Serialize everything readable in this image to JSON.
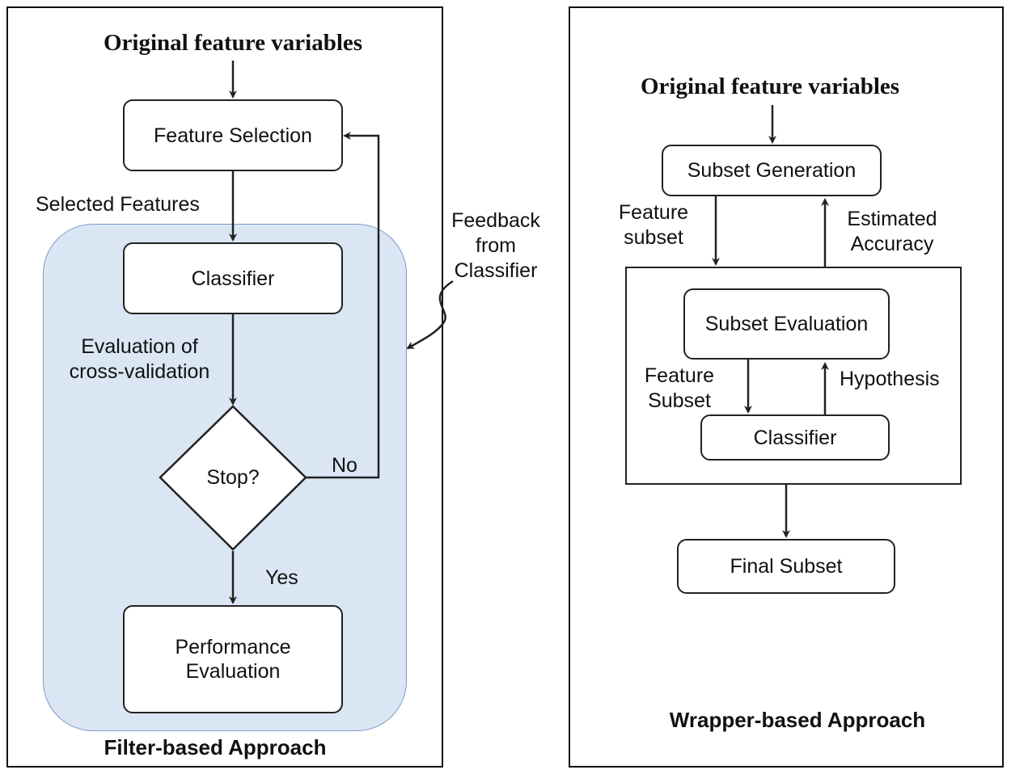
{
  "filter": {
    "title": "Original feature variables",
    "caption": "Filter-based Approach",
    "nodes": {
      "feature_selection": "Feature Selection",
      "classifier": "Classifier",
      "stop": "Stop?",
      "performance": "Performance\nEvaluation"
    },
    "labels": {
      "selected_features": "Selected Features",
      "evaluation": "Evaluation of\ncross-validation",
      "no": "No",
      "yes": "Yes",
      "feedback": "Feedback\nfrom\nClassifier"
    }
  },
  "wrapper": {
    "title": "Original feature variables",
    "caption": "Wrapper-based Approach",
    "nodes": {
      "subset_generation": "Subset Generation",
      "subset_evaluation": "Subset Evaluation",
      "classifier": "Classifier",
      "final_subset": "Final Subset"
    },
    "labels": {
      "feature_subset_top": "Feature\nsubset",
      "estimated_accuracy": "Estimated\nAccuracy",
      "feature_subset_inner": "Feature\nSubset",
      "hypothesis": "Hypothesis"
    }
  }
}
